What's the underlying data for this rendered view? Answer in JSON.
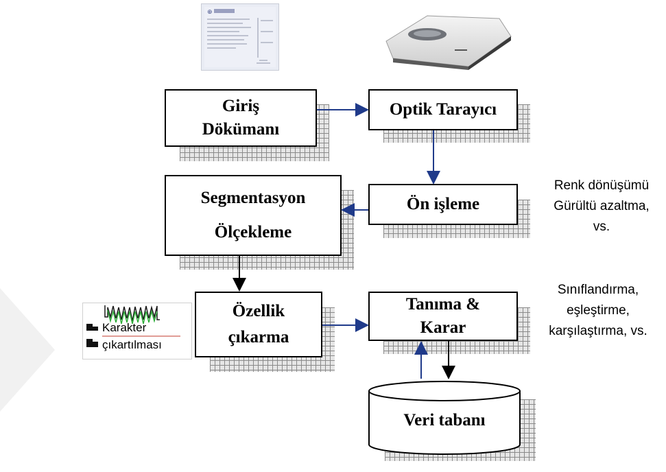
{
  "nodes": {
    "giris": {
      "line1": "Giriş",
      "line2": "Dökümanı"
    },
    "optik": {
      "label": "Optik Tarayıcı"
    },
    "segment": {
      "line1": "Segmentasyon",
      "line2": "Ölçekleme"
    },
    "onisleme": {
      "label": "Ön işleme"
    },
    "ozellik": {
      "line1": "Özellik",
      "line2": "çıkarma"
    },
    "tanima": {
      "line1": "Tanıma &",
      "line2": "Karar"
    },
    "veri": {
      "label": "Veri tabanı"
    }
  },
  "notes": {
    "preprocess": [
      "Renk dönüşümü",
      "Gürültü azaltma,",
      "vs."
    ],
    "recognition": [
      "Sınıflandırma,",
      "eşleştirme,",
      "karşılaştırma, vs."
    ]
  },
  "feature_image": {
    "line1": "Karakter",
    "line2": "çıkartılması"
  },
  "colors": {
    "arrow_blue": "#1f3a8a",
    "arrow_black": "#000000",
    "grid": "#8a8a8a"
  }
}
